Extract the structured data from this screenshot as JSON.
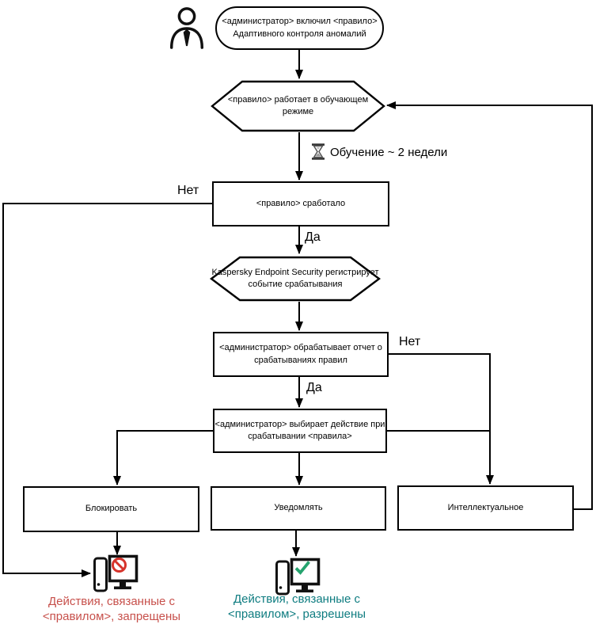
{
  "diagram": {
    "nodes": {
      "start": {
        "shape": "stadium",
        "lines": [
          "<администратор> включил <правило>",
          "Адаптивного контроля аномалий"
        ]
      },
      "learning": {
        "shape": "hexagon",
        "lines": [
          "<правило> работает в обучающем",
          "режиме"
        ]
      },
      "triggered": {
        "shape": "rect",
        "lines": [
          "<правило> сработало"
        ]
      },
      "registers": {
        "shape": "hexagon",
        "lines": [
          "Kaspersky Endpoint Security регистрирует",
          "событие срабатывания"
        ]
      },
      "report": {
        "shape": "rect",
        "lines": [
          "<администратор> обрабатывает отчет о",
          "срабатываниях правил"
        ]
      },
      "choose_action": {
        "shape": "rect",
        "lines": [
          "<администратор> выбирает действие при",
          "срабатывании <правила>"
        ]
      },
      "block": {
        "shape": "rect",
        "lines": [
          "Блокировать"
        ]
      },
      "notify": {
        "shape": "rect",
        "lines": [
          "Уведомлять"
        ]
      },
      "smart": {
        "shape": "rect",
        "lines": [
          "Интеллектуальное"
        ]
      }
    },
    "edge_labels": {
      "no_triggered": "Нет",
      "yes_triggered": "Да",
      "no_report": "Нет",
      "yes_report": "Да",
      "training_duration": "Обучение ~ 2 недели"
    },
    "outcomes": {
      "blocked": {
        "lines": [
          "Действия, связанные с",
          "<правилом>, запрещены"
        ],
        "color": "#c7504b"
      },
      "allowed": {
        "lines": [
          "Действия, связанные с",
          "<правилом>, разрешены"
        ],
        "color": "#0e7c80"
      }
    },
    "icons": {
      "actor": "person-icon",
      "wait": "hourglass-icon",
      "blocked_pc": "computer-blocked-icon",
      "allowed_pc": "computer-allowed-icon"
    },
    "colors": {
      "line": "#000000",
      "prohibition": "#d6332b",
      "checkmark": "#25a36e"
    }
  }
}
